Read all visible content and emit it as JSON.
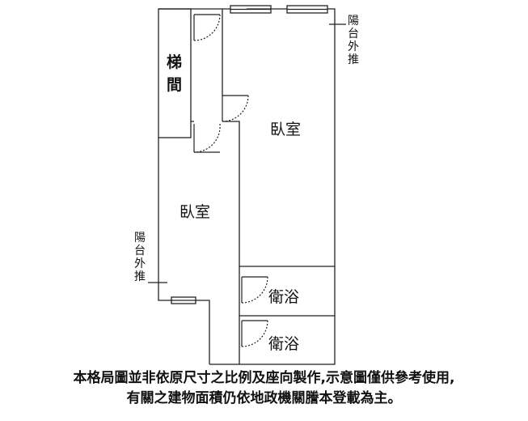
{
  "rooms": {
    "bedroom_right": "臥室",
    "bedroom_left": "臥室",
    "bath_upper": "衛浴",
    "bath_lower": "衛浴"
  },
  "stairwell": {
    "line1": "梯",
    "line2": "間"
  },
  "balcony_right": {
    "c1": "陽",
    "c2": "台",
    "c3": "外",
    "c4": "推"
  },
  "balcony_left": {
    "c1": "陽",
    "c2": "台",
    "c3": "外",
    "c4": "推"
  },
  "disclaimer": {
    "line1": "本格局圖並非依原尺寸之比例及座向製作,示意圖僅供參考使用,",
    "line2": "有關之建物面積仍依地政機關謄本登載為主。"
  },
  "colors": {
    "line": "#222222",
    "background": "#ffffff"
  }
}
